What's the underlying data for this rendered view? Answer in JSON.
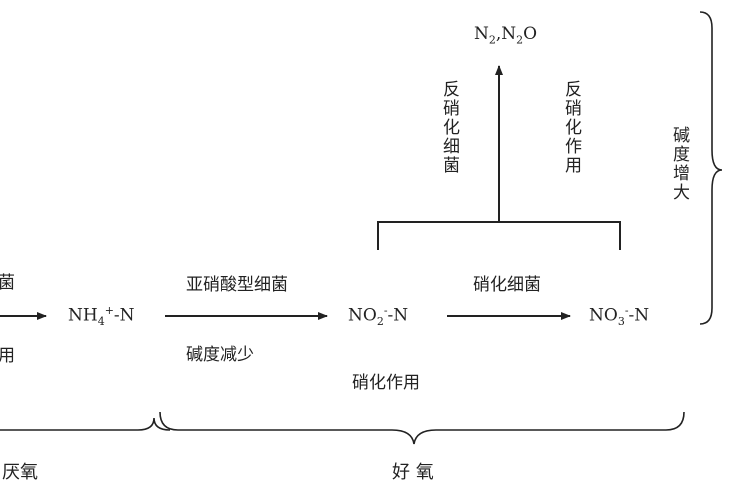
{
  "nodes": {
    "n2_gas": {
      "p1": "N",
      "sub1": "2",
      "p2": ",N",
      "sub2": "2",
      "p3": "O"
    },
    "nh4": {
      "base": "NH",
      "sub": "4",
      "sup": "+",
      "tail": "-N"
    },
    "no2": {
      "base": "NO",
      "sub": "2",
      "sup": "-",
      "tail": "-N"
    },
    "no3": {
      "base": "NO",
      "sub": "3",
      "sup": "-",
      "tail": "-N"
    }
  },
  "labels": {
    "left_arrow_top": "菌",
    "left_arrow_bottom": "用",
    "nitrite_bacteria": "亚硝酸型细菌",
    "alkalinity_decrease": "碱度减少",
    "nitrifying_bacteria": "硝化细菌",
    "nitrification": "硝化作用",
    "denitrifying_bacteria": "反硝化细菌",
    "denitrification": "反硝化作用",
    "alkalinity_increase": "碱度增大",
    "anoxic_partial": "厌氧",
    "aerobic": "好 氧"
  }
}
